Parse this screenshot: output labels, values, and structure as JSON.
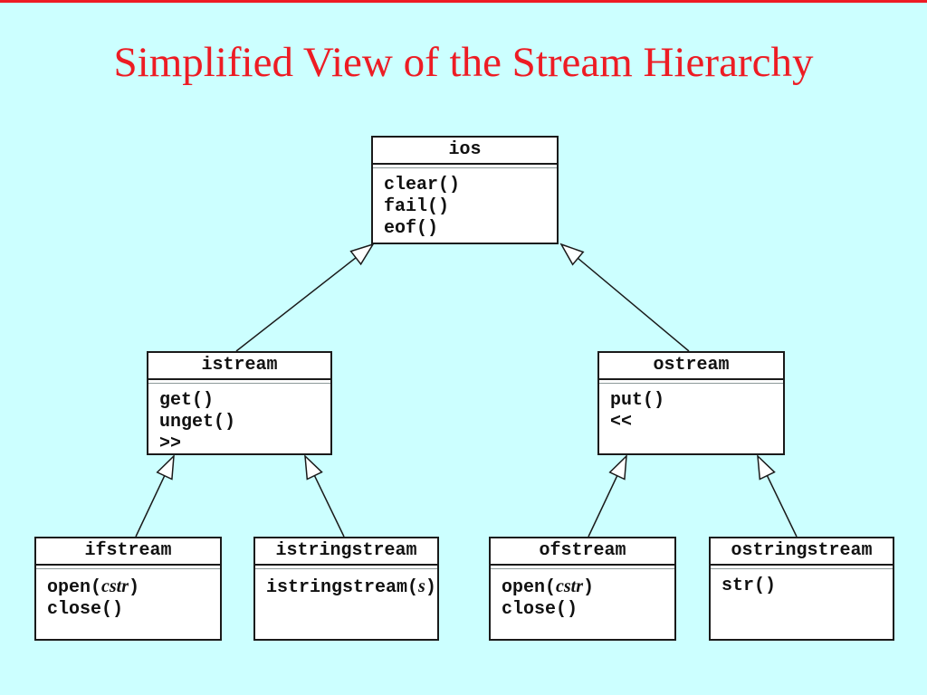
{
  "slide": {
    "title": "Simplified View of the Stream Hierarchy"
  },
  "colors": {
    "background": "#ccffff",
    "title_text": "#ed1c24",
    "top_border": "#ed1c24",
    "box_fill": "#ffffff",
    "box_border": "#1a1a1a",
    "text": "#111111"
  },
  "classes": [
    {
      "id": "ios",
      "name": "ios",
      "methods": [
        [
          {
            "text": "clear()",
            "italic": false
          }
        ],
        [
          {
            "text": "fail()",
            "italic": false
          }
        ],
        [
          {
            "text": "eof()",
            "italic": false
          }
        ]
      ]
    },
    {
      "id": "istream",
      "name": "istream",
      "methods": [
        [
          {
            "text": "get()",
            "italic": false
          }
        ],
        [
          {
            "text": "unget()",
            "italic": false
          }
        ],
        [
          {
            "text": ">>",
            "italic": false
          }
        ]
      ]
    },
    {
      "id": "ostream",
      "name": "ostream",
      "methods": [
        [
          {
            "text": "put()",
            "italic": false
          }
        ],
        [
          {
            "text": "<<",
            "italic": false
          }
        ]
      ]
    },
    {
      "id": "ifstream",
      "name": "ifstream",
      "methods": [
        [
          {
            "text": "open(",
            "italic": false
          },
          {
            "text": "cstr",
            "italic": true
          },
          {
            "text": ")",
            "italic": false
          }
        ],
        [
          {
            "text": "close()",
            "italic": false
          }
        ]
      ]
    },
    {
      "id": "istringstream",
      "name": "istringstream",
      "methods": [
        [
          {
            "text": "istringstream(",
            "italic": false
          },
          {
            "text": "s",
            "italic": true
          },
          {
            "text": ")",
            "italic": false
          }
        ]
      ]
    },
    {
      "id": "ofstream",
      "name": "ofstream",
      "methods": [
        [
          {
            "text": "open(",
            "italic": false
          },
          {
            "text": "cstr",
            "italic": true
          },
          {
            "text": ")",
            "italic": false
          }
        ],
        [
          {
            "text": "close()",
            "italic": false
          }
        ]
      ]
    },
    {
      "id": "ostringstream",
      "name": "ostringstream",
      "methods": [
        [
          {
            "text": "str()",
            "italic": false
          }
        ]
      ]
    }
  ],
  "inheritance": [
    {
      "child": "istream",
      "parent": "ios"
    },
    {
      "child": "ostream",
      "parent": "ios"
    },
    {
      "child": "ifstream",
      "parent": "istream"
    },
    {
      "child": "istringstream",
      "parent": "istream"
    },
    {
      "child": "ofstream",
      "parent": "ostream"
    },
    {
      "child": "ostringstream",
      "parent": "ostream"
    }
  ]
}
